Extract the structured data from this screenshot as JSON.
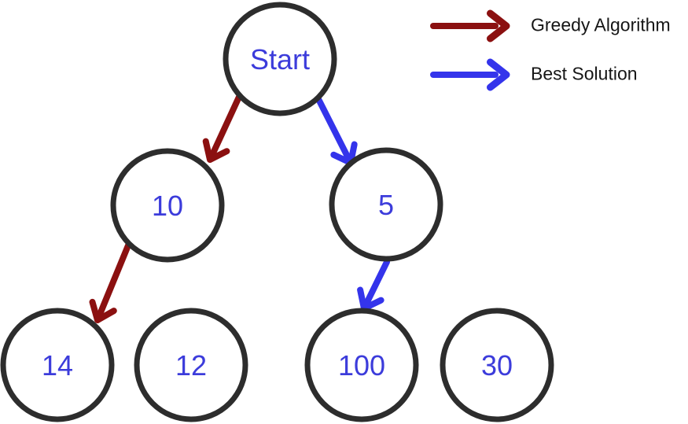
{
  "diagram": {
    "title_hint": "greedy-vs-best-solution-tree",
    "nodes": {
      "start": {
        "label": "Start"
      },
      "n10": {
        "label": "10"
      },
      "n5": {
        "label": "5"
      },
      "n14": {
        "label": "14"
      },
      "n12": {
        "label": "12"
      },
      "n100": {
        "label": "100"
      },
      "n30": {
        "label": "30"
      }
    },
    "edges": [
      {
        "from": "Start",
        "to": "10",
        "path": "greedy"
      },
      {
        "from": "10",
        "to": "14",
        "path": "greedy"
      },
      {
        "from": "Start",
        "to": "5",
        "path": "best"
      },
      {
        "from": "5",
        "to": "100",
        "path": "best"
      }
    ],
    "colors": {
      "greedy": "#8b1010",
      "best": "#3434eb",
      "node_outline": "#2d2d2d",
      "node_text": "#3c3cdb",
      "legend_text": "#161616"
    }
  },
  "legend": {
    "items": [
      {
        "label": "Greedy Algorithm",
        "color": "#8b1010",
        "icon": "arrow-right-icon"
      },
      {
        "label": "Best Solution",
        "color": "#3434eb",
        "icon": "arrow-right-icon"
      }
    ]
  }
}
